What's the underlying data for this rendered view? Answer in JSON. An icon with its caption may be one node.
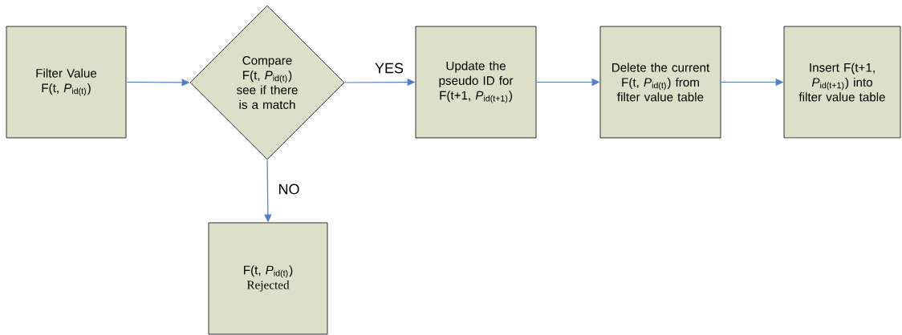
{
  "diagram": {
    "nodes": [
      {
        "text": [
          "Filter Value F(t, *P*$_{id(t)}$)"
        ]
      },
      {
        "text": [
          "Compare F(t, *P*$_{id(t)}$) see if there is a match"
        ]
      },
      {
        "text": [
          "Update the pseudo ID for F(t+1, *P*$_{id(t+1)}$)"
        ]
      },
      {
        "text": [
          "Delete the current F(t, *P*$_{id(t)}$) from filter value table"
        ]
      },
      {
        "text": [
          "Insert F(t+1, *P*$_{id(t+1)}$) into filter value table"
        ]
      },
      {
        "text": [
          "F(t, *P*$_{id(t)}$)",
          "Rejected"
        ]
      }
    ],
    "edges": [
      {
        "from": 0,
        "to": 1,
        "arrow": "to"
      },
      {
        "from": 1,
        "to": 2,
        "arrow": "to",
        "label": "YES"
      },
      {
        "from": 2,
        "to": 3,
        "arrow": "to"
      },
      {
        "from": 3,
        "to": 4,
        "arrow": "to"
      },
      {
        "from": 1,
        "to": 5,
        "arrow": "to",
        "label": "NO"
      }
    ]
  }
}
